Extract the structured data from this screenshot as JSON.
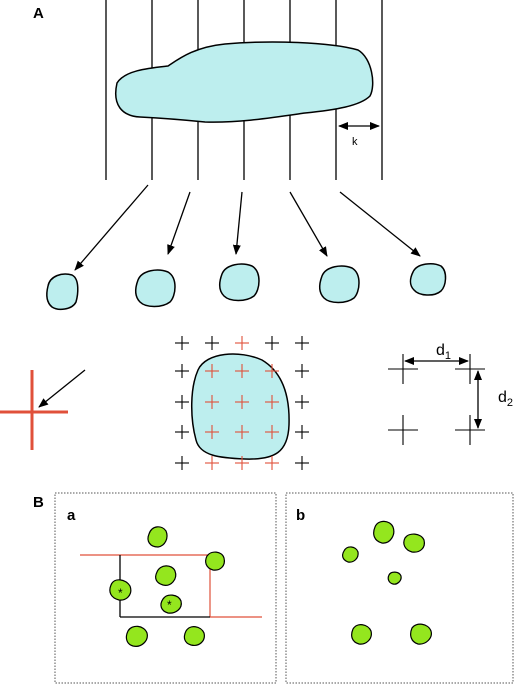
{
  "panel_a": {
    "label": "A",
    "spacing_label": "k",
    "d1_label": "d",
    "d1_sub": "1",
    "d2_label": "d",
    "d2_sub": "2"
  },
  "panel_b": {
    "label": "B",
    "sub_a_label": "a",
    "sub_b_label": "b",
    "marker": "*"
  },
  "colors": {
    "tissue": "#bdeeee",
    "profile": "#94e61e",
    "frame": "#e0503a"
  }
}
